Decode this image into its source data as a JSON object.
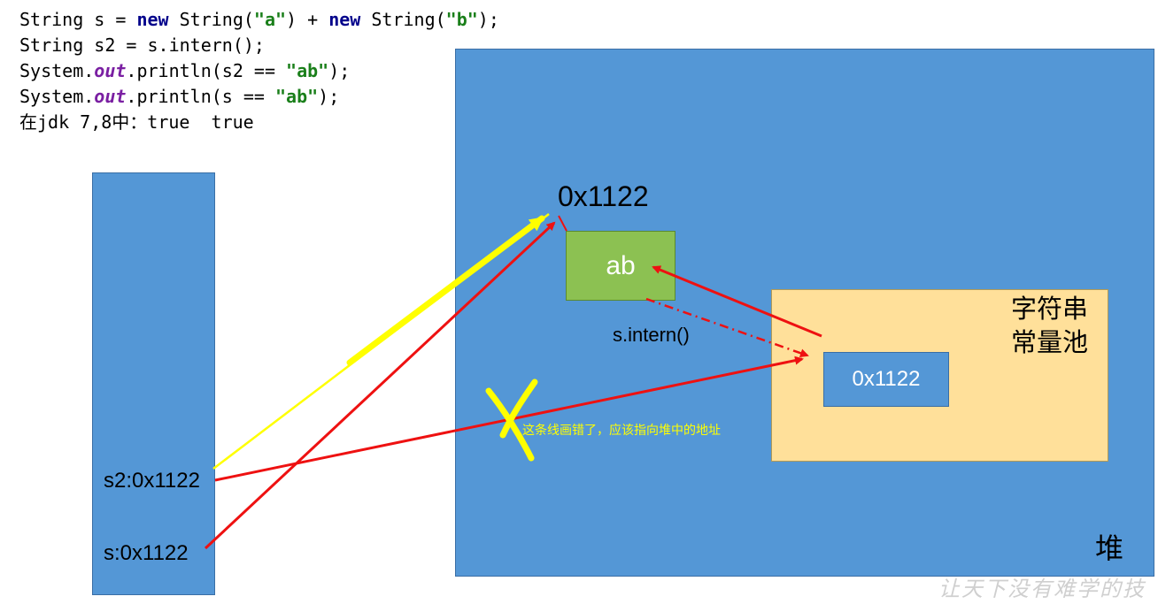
{
  "code": {
    "line1_a": "String s = ",
    "kw_new": "new",
    "line1_b": " String(",
    "str_a": "\"a\"",
    "line1_c": ") + ",
    "line1_d": " String(",
    "str_b": "\"b\"",
    "line1_e": ");",
    "line2": "String s2 = s.intern();",
    "line3_a": "System.",
    "fld_out": "out",
    "line3_b": ".println(s2 == ",
    "str_ab": "\"ab\"",
    "line3_c": ");",
    "line4_b": ".println(s == ",
    "line5": "在jdk 7,8中：true  true"
  },
  "stack": {
    "s2_label": "s2:0x1122",
    "s_label": "s:0x1122"
  },
  "heap": {
    "label": "堆",
    "address_label": "0x1122",
    "ab_value": "ab",
    "intern_label": "s.intern()",
    "pool_title_line1": "字符串",
    "pool_title_line2": "常量池",
    "pool_address": "0x1122"
  },
  "annotation": {
    "note": "这条线画错了，应该指向堆中的地址"
  },
  "watermark": "让天下没有难学的技",
  "colors": {
    "block_blue": "#5497d6",
    "ab_green": "#8cc152",
    "pool_yellow": "#ffe09a",
    "arrow_red": "#ee1111",
    "arrow_yellow": "#ffff00"
  }
}
